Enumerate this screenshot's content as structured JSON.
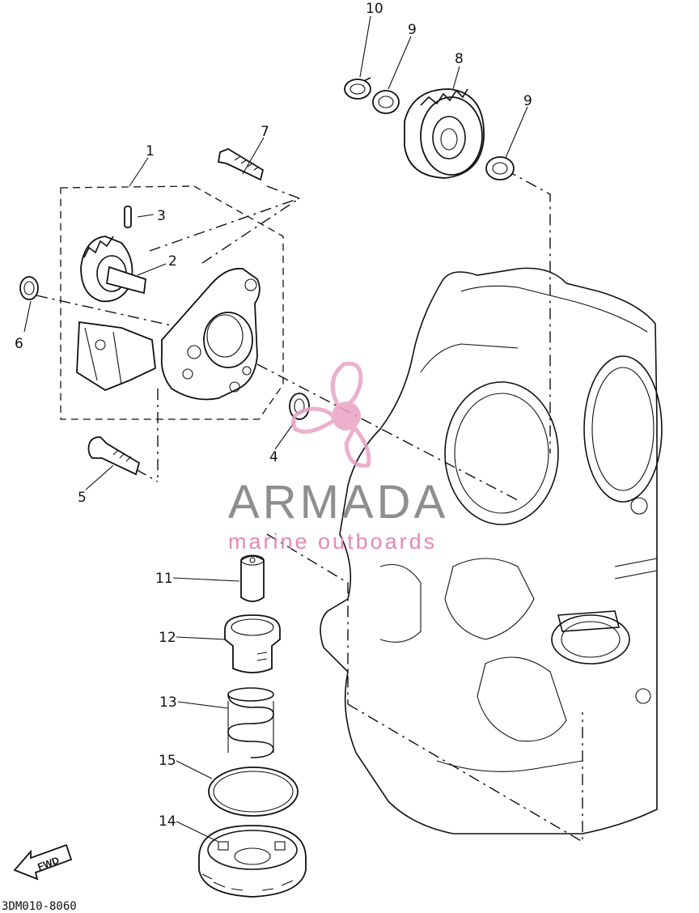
{
  "diagram": {
    "callouts": [
      {
        "id": "1",
        "text": "1"
      },
      {
        "id": "2",
        "text": "2"
      },
      {
        "id": "3",
        "text": "3"
      },
      {
        "id": "4",
        "text": "4"
      },
      {
        "id": "5",
        "text": "5"
      },
      {
        "id": "6",
        "text": "6"
      },
      {
        "id": "7",
        "text": "7"
      },
      {
        "id": "8",
        "text": "8"
      },
      {
        "id": "9a",
        "text": "9"
      },
      {
        "id": "9b",
        "text": "9"
      },
      {
        "id": "10",
        "text": "10"
      },
      {
        "id": "11",
        "text": "11"
      },
      {
        "id": "12",
        "text": "12"
      },
      {
        "id": "13",
        "text": "13"
      },
      {
        "id": "14",
        "text": "14"
      },
      {
        "id": "15",
        "text": "15"
      }
    ],
    "drawing_code": "3DM010-8060",
    "direction_arrow_label": "FWD"
  },
  "watermark": {
    "brand": "ARMADA",
    "tagline": "marine outboards",
    "colors": {
      "brand": "#8e8e8e",
      "tagline": "#e48ab2",
      "logo": "#e9a3c4"
    }
  }
}
